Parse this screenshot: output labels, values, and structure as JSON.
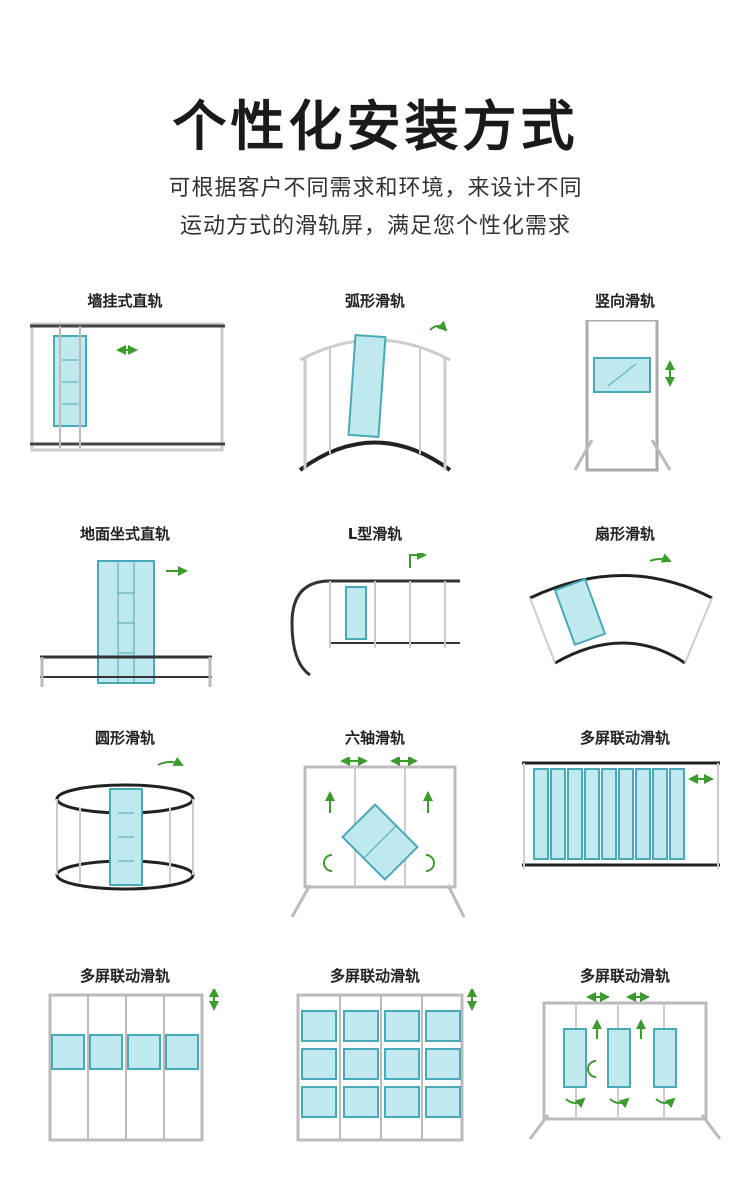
{
  "title": "个性化安装方式",
  "subtitle_line1": "可根据客户不同需求和环境，来设计不同",
  "subtitle_line2": "运动方式的滑轨屏，满足您个性化需求",
  "items": [
    {
      "label": "墙挂式直轨",
      "icon": "wall-mounted-straight-rail"
    },
    {
      "label": "弧形滑轨",
      "icon": "arc-rail"
    },
    {
      "label": "竖向滑轨",
      "icon": "vertical-rail"
    },
    {
      "label": "地面坐式直轨",
      "icon": "floor-standing-straight-rail"
    },
    {
      "label": "L型滑轨",
      "icon": "l-shaped-rail"
    },
    {
      "label": "扇形滑轨",
      "icon": "fan-shaped-rail"
    },
    {
      "label": "圆形滑轨",
      "icon": "circular-rail"
    },
    {
      "label": "六轴滑轨",
      "icon": "six-axis-rail"
    },
    {
      "label": "多屏联动滑轨",
      "icon": "multi-screen-horizontal-rail"
    },
    {
      "label": "多屏联动滑轨",
      "icon": "multi-screen-vertical-rail"
    },
    {
      "label": "多屏联动滑轨",
      "icon": "multi-screen-grid-rail"
    },
    {
      "label": "多屏联动滑轨",
      "icon": "multi-screen-rotating-rail"
    }
  ],
  "colors": {
    "screen_fill": "#bfe9ee",
    "screen_stroke": "#4aa9b6",
    "arrow": "#3d9a2f",
    "frame": "#c8c8c8",
    "rail_dark": "#222222"
  }
}
